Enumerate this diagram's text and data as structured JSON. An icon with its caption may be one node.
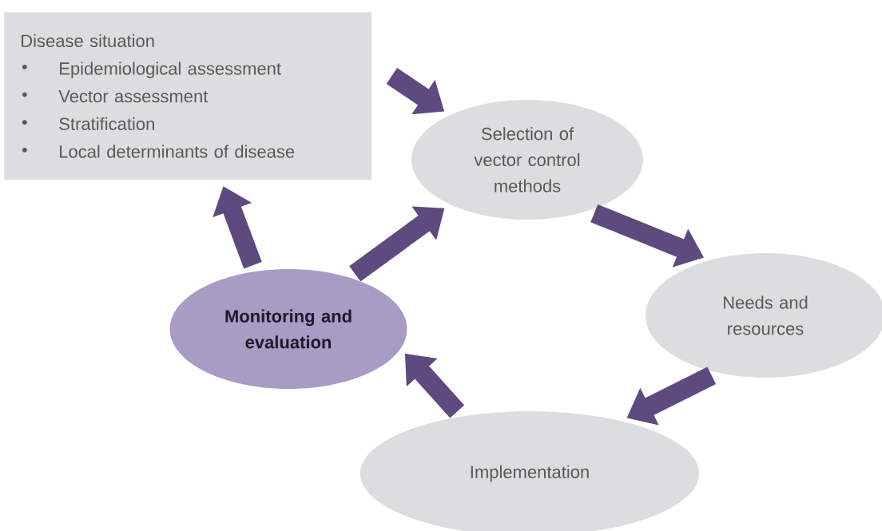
{
  "diagram": {
    "nodes": [
      {
        "text": [
          "Disease situation",
          "Epidemiological assessment",
          "Vector assessment",
          "Stratification",
          "Local determinants of disease"
        ]
      },
      {
        "text": [
          "Selection of vector control methods"
        ]
      },
      {
        "text": [
          "Needs and resources"
        ]
      },
      {
        "text": [
          "Implementation"
        ]
      },
      {
        "text": [
          "Monitoring and evaluation"
        ]
      }
    ],
    "edges": [
      {
        "from": 0,
        "to": 1,
        "arrow": "to"
      },
      {
        "from": 1,
        "to": 2,
        "arrow": "to"
      },
      {
        "from": 2,
        "to": 3,
        "arrow": "to"
      },
      {
        "from": 3,
        "to": 4,
        "arrow": "to"
      },
      {
        "from": 4,
        "to": 1,
        "arrow": "to"
      },
      {
        "from": 4,
        "to": 0,
        "arrow": "to"
      }
    ]
  }
}
